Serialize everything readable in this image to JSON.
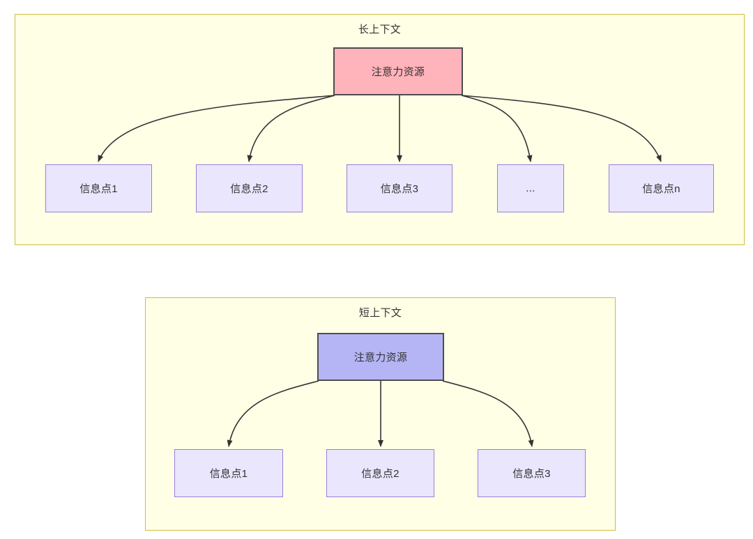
{
  "diagram": {
    "type": "flowchart",
    "panels": [
      {
        "id": "long-context",
        "title": "长上下文",
        "root": {
          "label": "注意力资源",
          "fill": "#ffb3ba",
          "stroke": "#4d4d4d"
        },
        "children": [
          {
            "label": "信息点1"
          },
          {
            "label": "信息点2"
          },
          {
            "label": "信息点3"
          },
          {
            "label": "..."
          },
          {
            "label": "信息点n"
          }
        ],
        "child_fill": "#e9e6fd",
        "child_stroke": "#9a7ddb",
        "panel_fill": "#ffffe6",
        "panel_stroke": "#ccbf3e"
      },
      {
        "id": "short-context",
        "title": "短上下文",
        "root": {
          "label": "注意力资源",
          "fill": "#b5b5f5",
          "stroke": "#4d4d4d"
        },
        "children": [
          {
            "label": "信息点1"
          },
          {
            "label": "信息点2"
          },
          {
            "label": "信息点3"
          }
        ],
        "child_fill": "#e9e6fd",
        "child_stroke": "#9a7ddb",
        "panel_fill": "#ffffe6",
        "panel_stroke": "#ccbf3e"
      }
    ],
    "edge_color": "#333333",
    "text_color": "#333333"
  }
}
